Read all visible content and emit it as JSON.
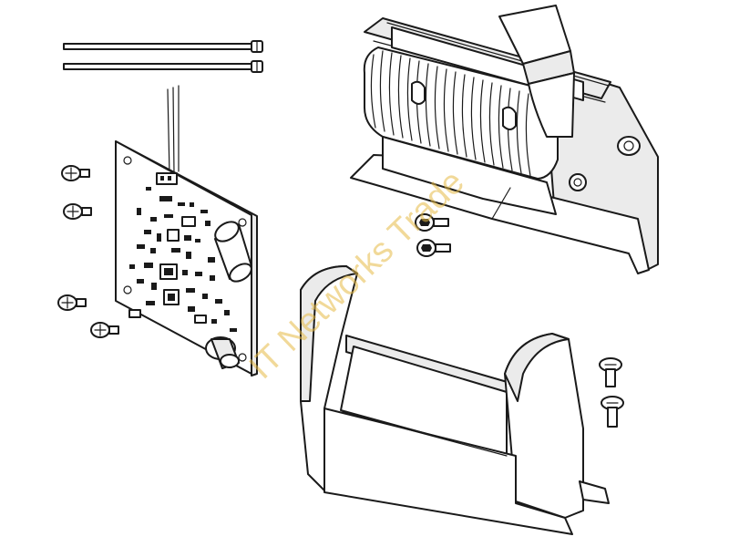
{
  "watermark": {
    "text": "IT Networks Trade",
    "color": "#e6b946"
  },
  "parts": [
    {
      "name": "cable-tie"
    },
    {
      "name": "cable-tie"
    },
    {
      "name": "circuit-board"
    },
    {
      "name": "circuit-board-screw"
    },
    {
      "name": "circuit-board-screw"
    },
    {
      "name": "circuit-board-screw"
    },
    {
      "name": "circuit-board-screw"
    },
    {
      "name": "cutter-mechanism"
    },
    {
      "name": "hex-socket-screw"
    },
    {
      "name": "hex-socket-screw"
    },
    {
      "name": "cutter-cover"
    },
    {
      "name": "cover-screw"
    },
    {
      "name": "cover-screw"
    }
  ]
}
